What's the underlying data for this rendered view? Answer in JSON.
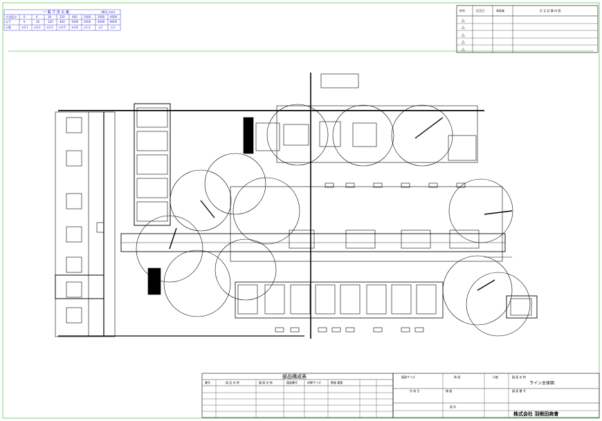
{
  "tolerance_table": {
    "title": "一 般 寸 法 公 差",
    "unit": "(単位 mm)",
    "header_row": [
      "",
      "0",
      "6",
      "30",
      "120",
      "400",
      "1000",
      "2000",
      "4000"
    ],
    "rows": [
      {
        "label": "寸法区分",
        "cells": [
          "0",
          "6",
          "30",
          "120",
          "400",
          "1000",
          "2000",
          "4000"
        ]
      },
      {
        "label": "以下",
        "cells": [
          "6",
          "30",
          "120",
          "400",
          "1000",
          "2000",
          "4000",
          "8000"
        ]
      },
      {
        "label": "公差",
        "cells": [
          "±0.1",
          "±0.2",
          "±0.3",
          "±0.5",
          "±0.8",
          "±1.2",
          "±2",
          "±3"
        ]
      }
    ]
  },
  "revision_table": {
    "headers": [
      "符号",
      "訂正日",
      "承認者",
      "訂 正 記 事 内 容"
    ],
    "rows": [
      "△",
      "△",
      "△",
      "△",
      "△"
    ]
  },
  "parts_table": {
    "title": "部品構成表",
    "headers": [
      "番号",
      "部 品 名 称",
      "図 面 名 称",
      "図面番号",
      "材質サイズ",
      "数量 重量",
      "",
      ""
    ]
  },
  "title_block": {
    "paper_size_label": "図面サイズ",
    "scale_label": "尺度",
    "approved_label": "承 認",
    "drawn_label": "作 成 日",
    "checked_label": "検 図",
    "design_label": "設 計",
    "drawing_name_label": "図 面 名 称",
    "drawing_name": "ライン全体図",
    "drawing_number_label": "図 面 番 号",
    "company": "株式会社 羽根田商會"
  }
}
